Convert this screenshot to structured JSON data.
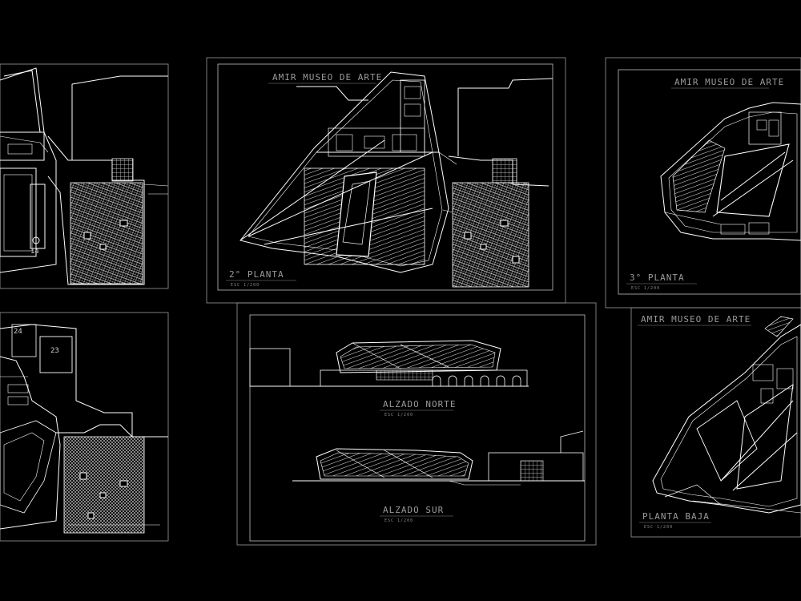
{
  "colors": {
    "background": "#000000",
    "line": "#ffffff",
    "frame": "#b8b8b8",
    "text": "#9a9a9a"
  },
  "sheets": {
    "second_floor": {
      "title": "AMIR MUSEO DE ARTE",
      "label": "2° PLANTA",
      "scale": "ESC 1/200"
    },
    "third_floor": {
      "title": "AMIR MUSEO DE ARTE",
      "label": "3° PLANTA",
      "scale": "ESC 1/200"
    },
    "ground_floor": {
      "title": "AMIR MUSEO DE ARTE",
      "label": "PLANTA BAJA",
      "scale": "ESC 1/200"
    },
    "elevations": {
      "north_label": "ALZADO NORTE",
      "north_scale": "ESC 1/200",
      "south_label": "ALZADO SUR",
      "south_scale": "ESC 1/200"
    },
    "partial_plans": {
      "room_numbers": [
        "14",
        "24",
        "23"
      ]
    }
  }
}
